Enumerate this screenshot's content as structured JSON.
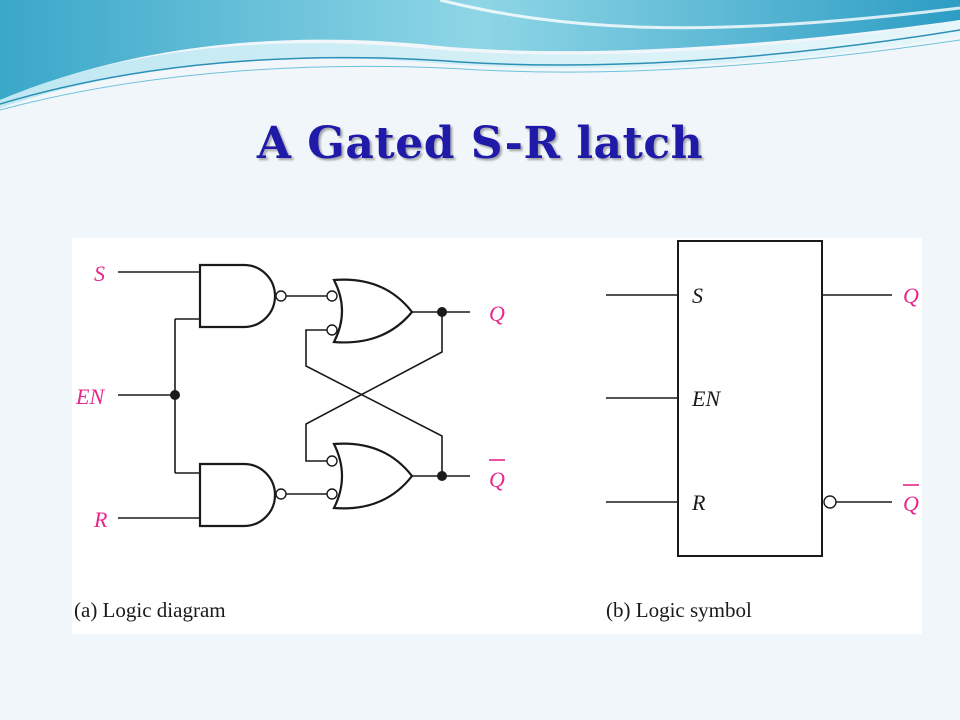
{
  "slide": {
    "title": "A Gated S-R latch"
  },
  "logic_diagram": {
    "inputs": {
      "s": "S",
      "en": "EN",
      "r": "R"
    },
    "outputs": {
      "q": "Q",
      "q_bar": "Q"
    },
    "caption": "(a)  Logic diagram"
  },
  "logic_symbol": {
    "inputs": {
      "s": "S",
      "en": "EN",
      "r": "R"
    },
    "outputs": {
      "q": "Q",
      "q_bar": "Q"
    },
    "caption": "(b)  Logic symbol"
  },
  "colors": {
    "title": "#1f1aa8",
    "signal_labels": "#e8278c",
    "lines": "#1a1a1a",
    "background": "#f1f6fa"
  }
}
